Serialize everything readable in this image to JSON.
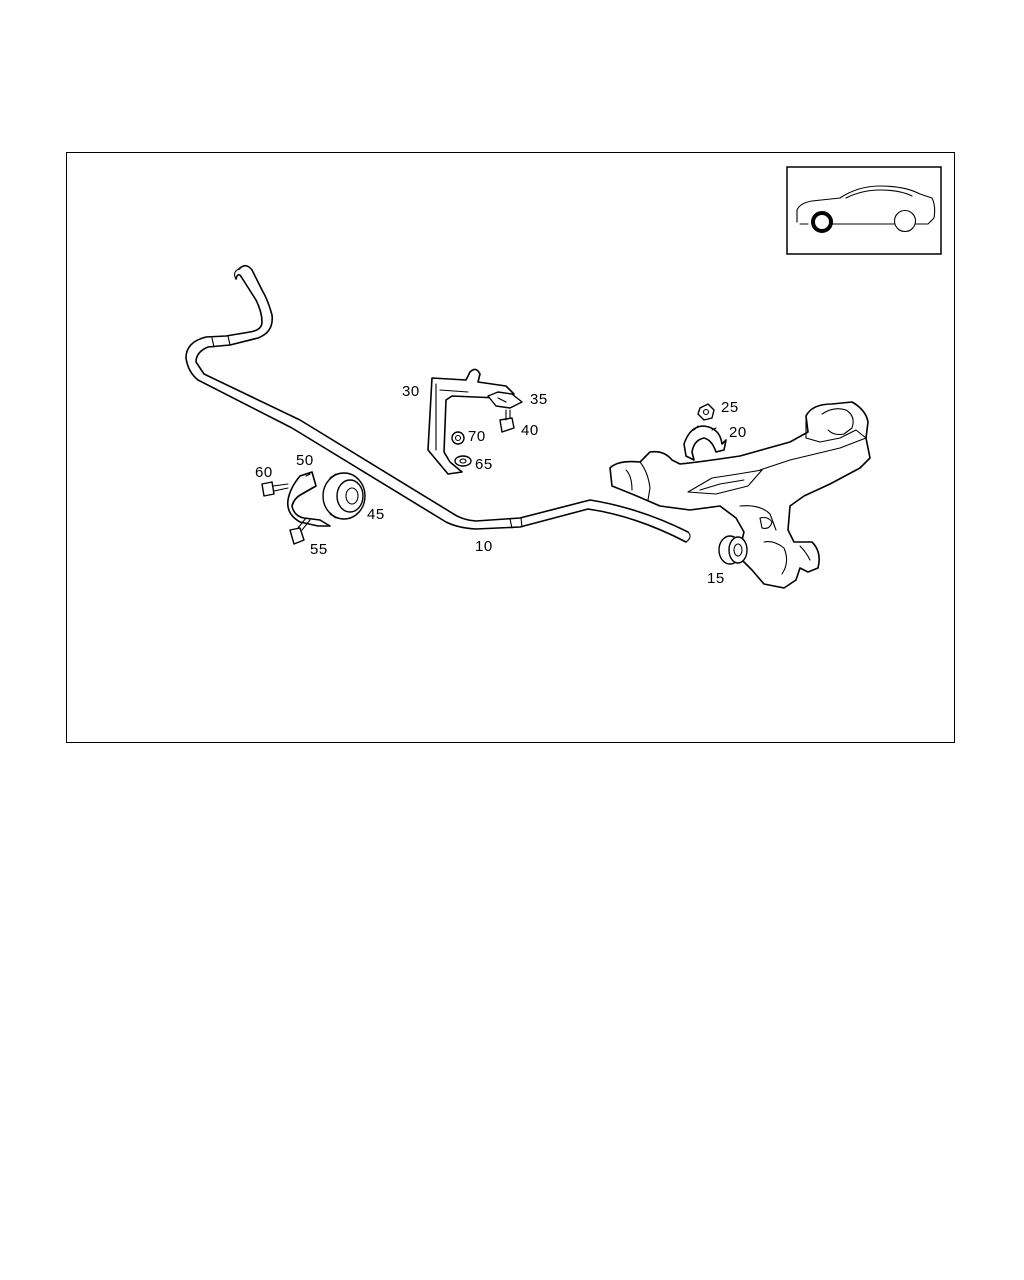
{
  "diagram": {
    "callouts": [
      {
        "id": "c10",
        "label": "10"
      },
      {
        "id": "c15",
        "label": "15"
      },
      {
        "id": "c20",
        "label": "20"
      },
      {
        "id": "c25",
        "label": "25"
      },
      {
        "id": "c30",
        "label": "30"
      },
      {
        "id": "c35",
        "label": "35"
      },
      {
        "id": "c40",
        "label": "40"
      },
      {
        "id": "c45",
        "label": "45"
      },
      {
        "id": "c50",
        "label": "50"
      },
      {
        "id": "c55",
        "label": "55"
      },
      {
        "id": "c60",
        "label": "60"
      },
      {
        "id": "c65",
        "label": "65"
      },
      {
        "id": "c70",
        "label": "70"
      }
    ],
    "locator": {
      "icon": "car-side-outline-icon",
      "highlight": "front-wheel",
      "highlight_color": "#000000"
    },
    "colors": {
      "line": "#000000",
      "background": "#ffffff"
    }
  }
}
